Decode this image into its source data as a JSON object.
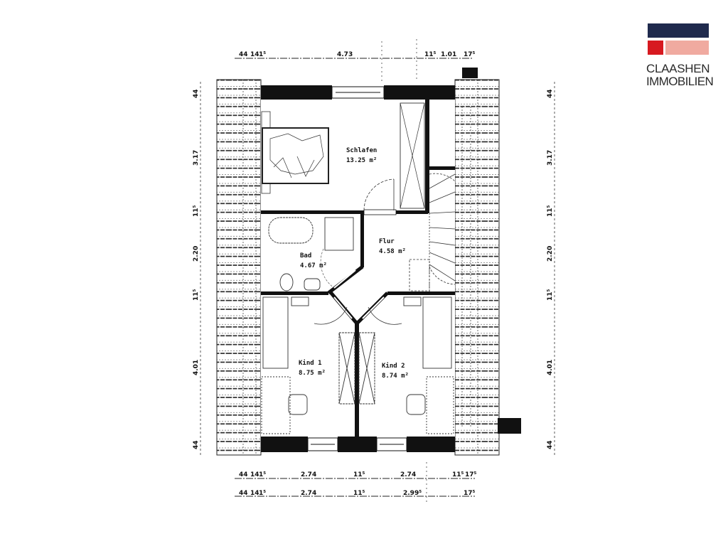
{
  "brand": {
    "line1": "CLAASHEN",
    "line2": "IMMOBILIEN",
    "colors": {
      "navy": "#1f2a4d",
      "red": "#d71920",
      "pink": "#f0aaa0",
      "text": "#2a2a2a"
    }
  },
  "plan": {
    "rooms": [
      {
        "name": "Schlafen",
        "area": "13.25 m²"
      },
      {
        "name": "Bad",
        "area": "4.67 m²"
      },
      {
        "name": "Flur",
        "area": "4.58 m²"
      },
      {
        "name": "Kind 1",
        "area": "8.75 m²"
      },
      {
        "name": "Kind 2",
        "area": "8.74 m²"
      }
    ],
    "dimensions": {
      "top": [
        "44",
        "14",
        "1⁵",
        "4.73",
        "11⁵",
        "1.01",
        "17⁵"
      ],
      "bottom_row1": [
        "44",
        "14",
        "1⁵",
        "2.74",
        "11⁵",
        "2.74",
        "11⁵",
        "17⁵"
      ],
      "bottom_row2": [
        "44",
        "14",
        "1⁵",
        "2.74",
        "11⁵",
        "2.99⁵",
        "17⁵"
      ],
      "left": [
        "44",
        "3.17",
        "11⁵",
        "2.20",
        "11⁵",
        "4.01",
        "44"
      ],
      "right": [
        "44",
        "3.17",
        "11⁵",
        "2.20",
        "11⁵",
        "4.01",
        "44"
      ]
    }
  }
}
